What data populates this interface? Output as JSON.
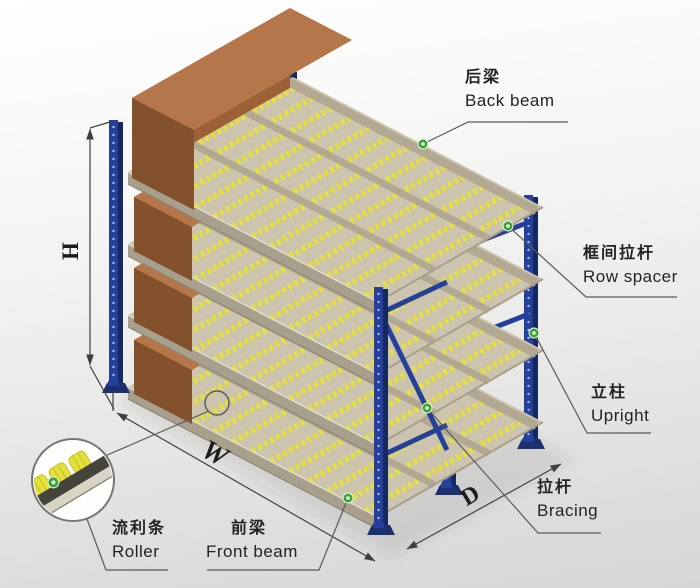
{
  "labels": {
    "back_beam": {
      "zh": "后梁",
      "en": "Back beam"
    },
    "row_spacer": {
      "zh": "框间拉杆",
      "en": "Row spacer"
    },
    "upright": {
      "zh": "立柱",
      "en": "Upright"
    },
    "bracing": {
      "zh": "拉杆",
      "en": "Bracing"
    },
    "roller": {
      "zh": "流利条",
      "en": "Roller"
    },
    "front_beam": {
      "zh": "前梁",
      "en": "Front beam"
    }
  },
  "dimensions": {
    "height": "H",
    "width": "W",
    "depth": "D"
  },
  "colors": {
    "upright_blue": "#24409b",
    "upright_side": "#16295e",
    "upright_foot": "#1c2f6e",
    "hole_dot": "#aebcea",
    "deck_base": "#cdc4af",
    "beam_band": "#b3a992",
    "beam_face": "#a8a08c",
    "beam_face_dark": "#8a8270",
    "beam_highlight": "#e3ddcd",
    "deck_edge": "#a89e89",
    "roller_yellow": "#e4e03e",
    "roller_edge": "#c6c023",
    "box_top": "#b5774a",
    "box_side": "#9c6136",
    "box_end": "#83512c",
    "anchor_green": "#3aa344",
    "anchor_core": "#eef9cf",
    "line_dark": "#454545",
    "leader_gray": "#5a5a5a",
    "rail_dark": "#44433c",
    "rail_light": "#d9d4c6"
  }
}
